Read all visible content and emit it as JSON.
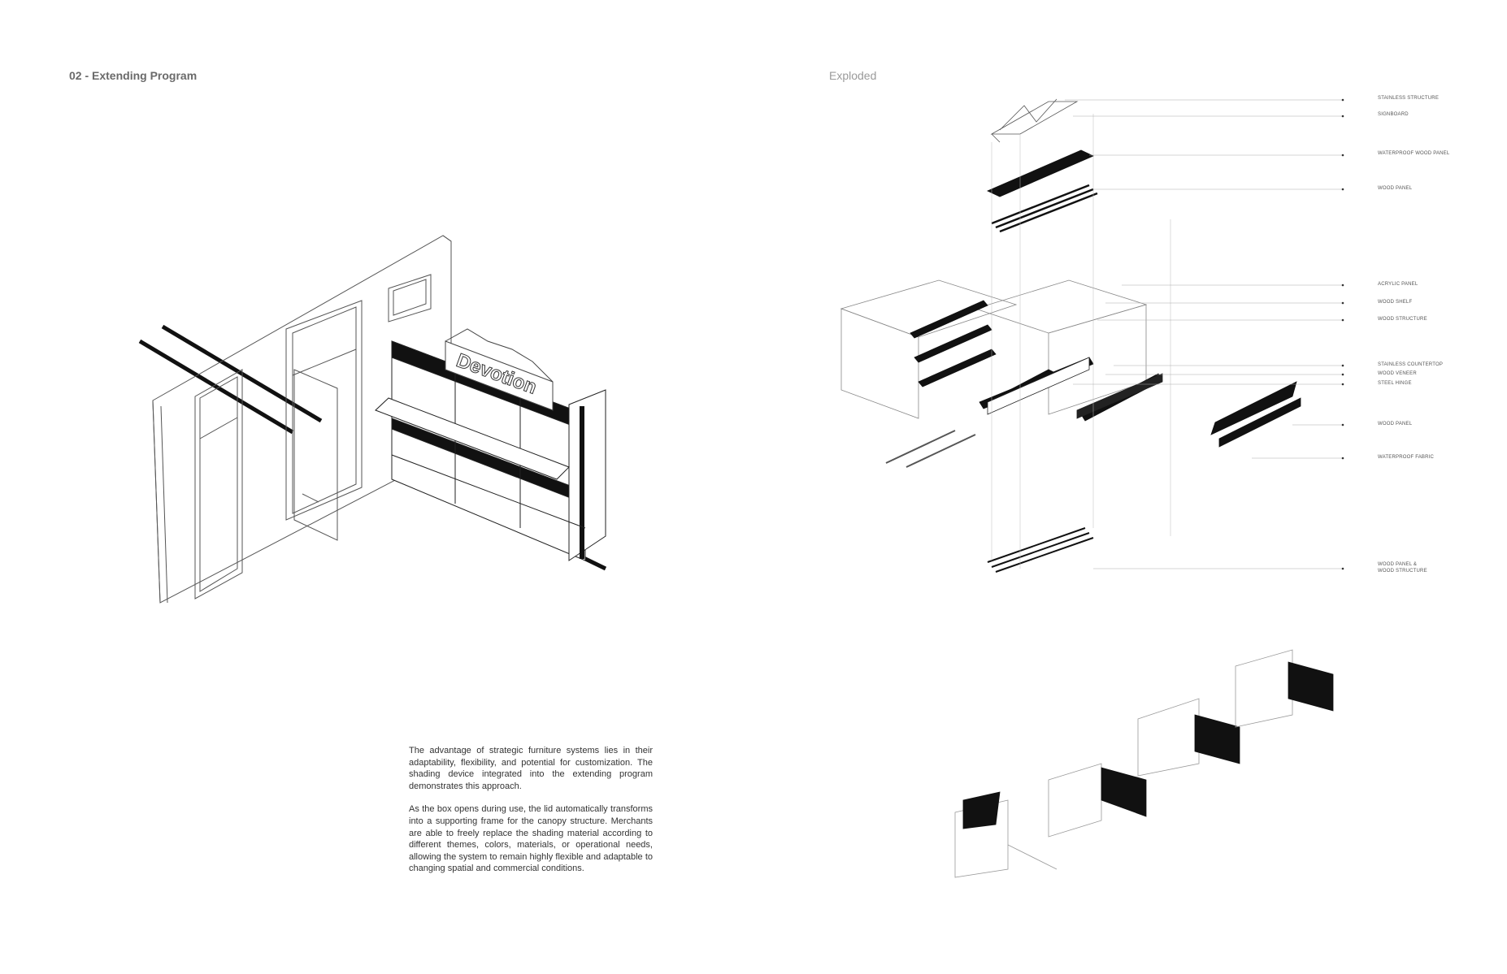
{
  "header": {
    "page_title": "02 - Extending Program",
    "section_title": "Exploded"
  },
  "body": {
    "paragraph_1": "The advantage of strategic furniture systems lies in their adaptability, flexibility, and potential for customization. The shading device integrated into the extending program demonstrates this approach.",
    "paragraph_2": "As the box opens during use, the lid automatically transforms into a supporting frame for the canopy structure. Merchants are able to freely replace the shading material according to different themes, colors, materials, or operational needs, allowing the system to remain highly flexible and adaptable to changing spatial and commercial conditions."
  },
  "drawing": {
    "signboard_text": "Devotion"
  },
  "exploded_labels": [
    "STAINLESS STRUCTURE",
    "SIGNBOARD",
    "WATERPROOF WOOD PANEL",
    "WOOD PANEL",
    "ACRYLIC PANEL",
    "WOOD SHELF",
    "WOOD STRUCTURE",
    "STAINLESS COUNTERTOP",
    "WOOD VENEER",
    "STEEL HINGE",
    "WOOD PANEL",
    "WATERPROOF FABRIC",
    "WOOD PANEL &\nWOOD STRUCTURE"
  ]
}
